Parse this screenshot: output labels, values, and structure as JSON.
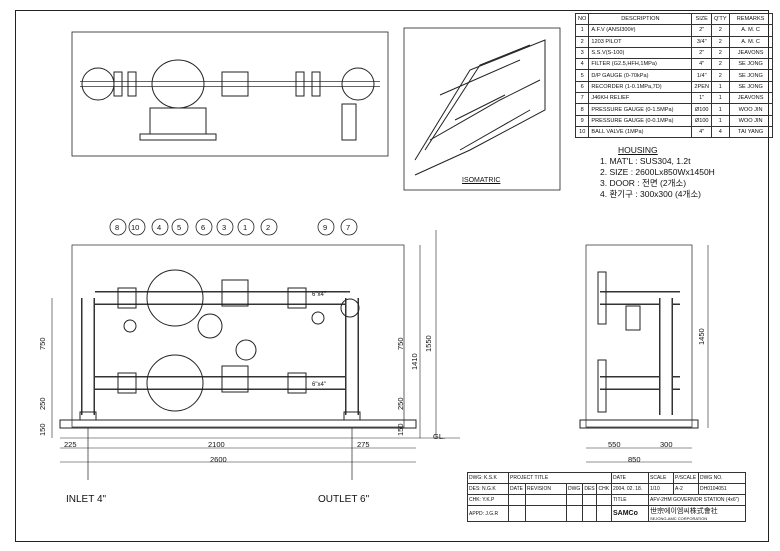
{
  "bom": {
    "headers": [
      "NO",
      "DESCRIPTION",
      "SIZE",
      "Q'TY",
      "REMARKS"
    ],
    "rows": [
      [
        "1",
        "A.F.V (ANSI300#)",
        "2\"",
        "2",
        "A. M. C"
      ],
      [
        "2",
        "1203 PILOT",
        "3/4\"",
        "2",
        "A. M. C"
      ],
      [
        "3",
        "S.S.V(S-100)",
        "2\"",
        "2",
        "JEAVONS"
      ],
      [
        "4",
        "FILTER (G2.5,HFH,1MPa)",
        "4\"",
        "2",
        "SE JONG"
      ],
      [
        "5",
        "D/P GAUGE (0-70kPa)",
        "1/4\"",
        "2",
        "SE JONG"
      ],
      [
        "6",
        "RECORDER (1-0.1MPa,7D)",
        "2PEN",
        "1",
        "SE JONG"
      ],
      [
        "7",
        "J46KH RELIEF",
        "1\"",
        "1",
        "JEAVONS"
      ],
      [
        "8",
        "PRESSURE GAUGE (0-1.5MPa)",
        "Ø100",
        "1",
        "WOO JIN"
      ],
      [
        "9",
        "PRESSURE GAUGE (0-0.1MPa)",
        "Ø100",
        "1",
        "WOO JIN"
      ],
      [
        "10",
        "BALL VALVE (1MPa)",
        "4\"",
        "4",
        "TAI YANG"
      ]
    ]
  },
  "isometric_label": "ISOMATRIC",
  "housing": {
    "title": "HOUSING",
    "lines": [
      "1. MAT'L : SUS304, 1.2t",
      "2. SIZE : 2600Lx850Wx1450H",
      "3. DOOR : 전면 (2개소)",
      "4. 환기구 : 300x300 (4개소)"
    ]
  },
  "balloons": [
    "8",
    "10",
    "4",
    "5",
    "6",
    "3",
    "1",
    "2",
    "9",
    "7"
  ],
  "dims": {
    "left_v": [
      "750",
      "250",
      "150"
    ],
    "right_v": [
      "750",
      "1410",
      "1550",
      "250",
      "150"
    ],
    "gl": "GL.",
    "bottom": [
      "225",
      "2100",
      "275"
    ],
    "overall": "2600",
    "side_v": "1450",
    "side_bottom": [
      "550",
      "300"
    ],
    "side_overall": "850",
    "pipe_size_a": "6\"x4\"",
    "pipe_size_b": "6\"x4\""
  },
  "inlet": "INLET 4\"",
  "outlet": "OUTLET 6\"",
  "title_block": {
    "project_title": "PROJECT TITLE",
    "cols": [
      "DATE",
      "REVISION",
      "DWG",
      "DES",
      "CHK"
    ],
    "date_h": "DATE",
    "scale_h": "SCALE",
    "psize_h": "P/SCALE",
    "dwgno_h": "DWG NO.",
    "date": "2004. 02. 18.",
    "scale": "1/10",
    "psize": "A-2",
    "dwgno": "DH0104051",
    "title_h": "TITLE",
    "title": "AFV-2HM GOVERNOR STATION (4x6\")",
    "dwg": "DWG: K.S.K",
    "des": "DES: N.G.K",
    "chk": "CHK: Y.K.P",
    "appd": "APPD: J.G.R",
    "company": "世宗에이엠씨株式會社",
    "company_en": "SEJONG-AMC CORPORATION",
    "logo": "SAMCo"
  }
}
